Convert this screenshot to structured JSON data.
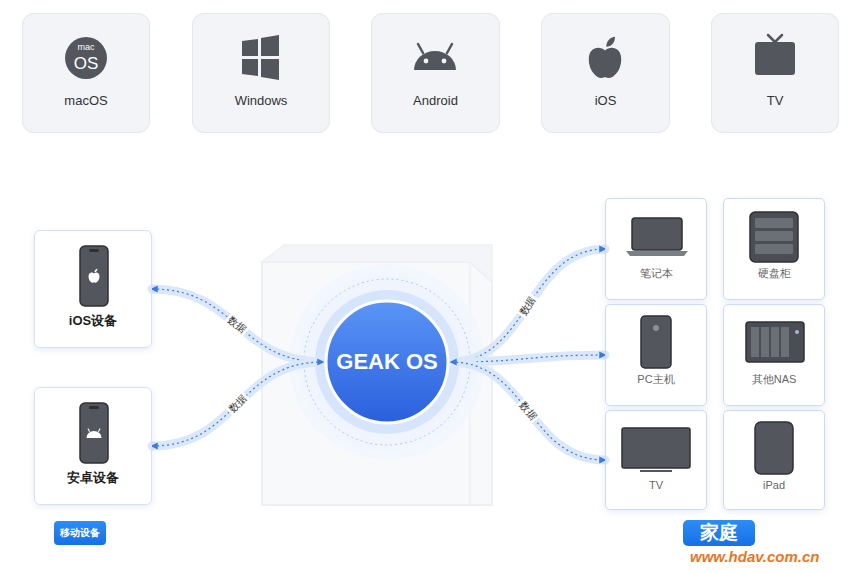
{
  "diagram": {
    "nodes": [
      {
        "text": [
          "macOS"
        ]
      },
      {
        "text": [
          "Windows"
        ]
      },
      {
        "text": [
          "Android"
        ]
      },
      {
        "text": [
          "iOS"
        ]
      },
      {
        "text": [
          "TV"
        ]
      },
      {
        "text": [
          "iOS设备"
        ]
      },
      {
        "text": [
          "安卓设备"
        ]
      },
      {
        "text": [
          "移动设备"
        ]
      },
      {
        "text": [
          "GEAK OS"
        ]
      },
      {
        "text": [
          "笔记本"
        ]
      },
      {
        "text": [
          "硬盘柜"
        ]
      },
      {
        "text": [
          "PC主机"
        ]
      },
      {
        "text": [
          "其他NAS"
        ]
      },
      {
        "text": [
          "TV"
        ]
      },
      {
        "text": [
          "iPad"
        ]
      },
      {
        "text": [
          "家庭"
        ]
      }
    ],
    "edges": [
      {
        "from": 5,
        "to": 8,
        "label": "数据",
        "arrow": "both"
      },
      {
        "from": 6,
        "to": 8,
        "label": "数据",
        "arrow": "both"
      },
      {
        "from": 8,
        "to": 9,
        "label": "数据",
        "arrow": "both"
      },
      {
        "from": 8,
        "to": 11,
        "arrow": "both"
      },
      {
        "from": 8,
        "to": 13,
        "label": "数据",
        "arrow": "both"
      }
    ],
    "labels": [
      "mac",
      "OS",
      "www.hdav.com.cn"
    ]
  }
}
